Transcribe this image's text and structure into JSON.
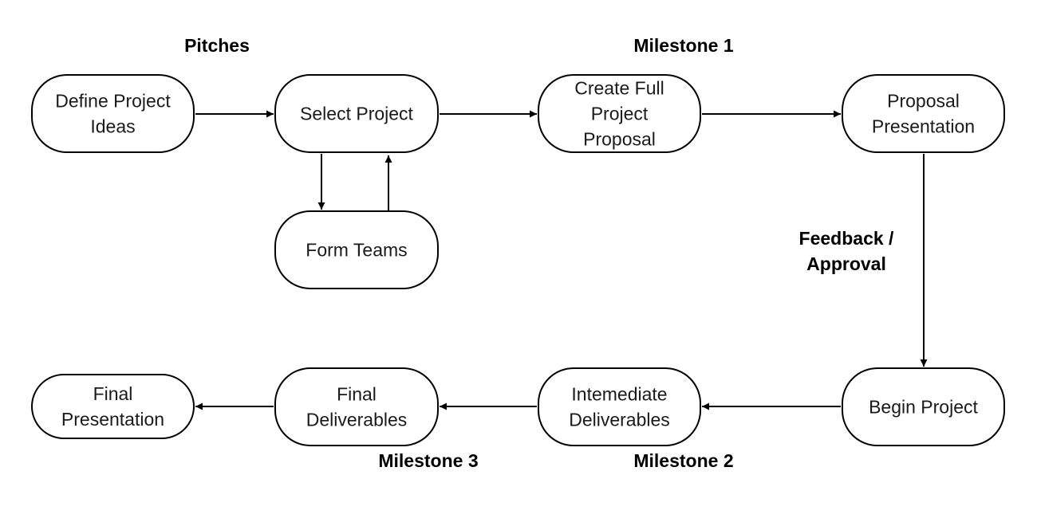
{
  "nodes": {
    "define_project_ideas": [
      "Define Project",
      "Ideas"
    ],
    "select_project": [
      "Select Project"
    ],
    "create_full_project_proposal": [
      "Create Full",
      "Project",
      "Proposal"
    ],
    "proposal_presentation": [
      "Proposal",
      "Presentation"
    ],
    "form_teams": [
      "Form Teams"
    ],
    "begin_project": [
      "Begin Project"
    ],
    "intemediate_deliverables": [
      "Intemediate",
      "Deliverables"
    ],
    "final_deliverables": [
      "Final",
      "Deliverables"
    ],
    "final_presentation": [
      "Final",
      "Presentation"
    ]
  },
  "labels": {
    "pitches": [
      "Pitches"
    ],
    "milestone_1": [
      "Milestone 1"
    ],
    "feedback_approval": [
      "Feedback /",
      "Approval"
    ],
    "milestone_2": [
      "Milestone 2"
    ],
    "milestone_3": [
      "Milestone 3"
    ]
  },
  "edges": [
    {
      "from": "define_project_ideas",
      "to": "select_project"
    },
    {
      "from": "select_project",
      "to": "create_full_project_proposal"
    },
    {
      "from": "create_full_project_proposal",
      "to": "proposal_presentation"
    },
    {
      "from": "select_project",
      "to": "form_teams"
    },
    {
      "from": "form_teams",
      "to": "select_project"
    },
    {
      "from": "proposal_presentation",
      "to": "begin_project"
    },
    {
      "from": "begin_project",
      "to": "intemediate_deliverables"
    },
    {
      "from": "intemediate_deliverables",
      "to": "final_deliverables"
    },
    {
      "from": "final_deliverables",
      "to": "final_presentation"
    }
  ]
}
